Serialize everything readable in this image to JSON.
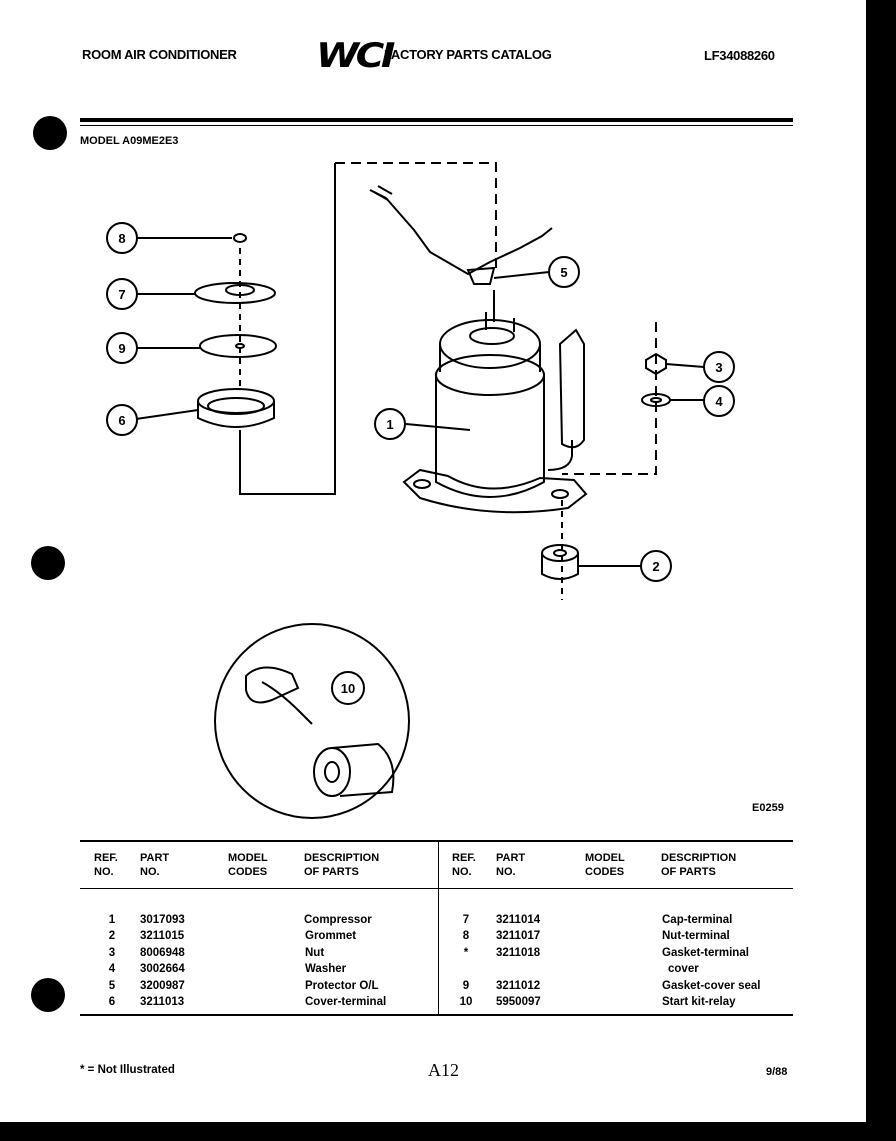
{
  "header": {
    "left": "ROOM AIR CONDITIONER",
    "logo": "WCI",
    "center": "FACTORY PARTS CATALOG",
    "right": "LF34088260"
  },
  "model_label": "MODEL A09ME2E3",
  "diagram_code": "E0259",
  "callouts": [
    "1",
    "2",
    "3",
    "4",
    "5",
    "6",
    "7",
    "8",
    "9",
    "10"
  ],
  "table": {
    "headers": {
      "ref1": "REF.",
      "ref2": "NO.",
      "part1": "PART",
      "part2": "NO.",
      "model1": "MODEL",
      "model2": "CODES",
      "desc1": "DESCRIPTION",
      "desc2": "OF PARTS"
    },
    "left": [
      {
        "ref": "1",
        "part": "3017093",
        "desc": "Compressor"
      },
      {
        "ref": "2",
        "part": "3211015",
        "desc": "Grommet"
      },
      {
        "ref": "3",
        "part": "8006948",
        "desc": "Nut"
      },
      {
        "ref": "4",
        "part": "3002664",
        "desc": "Washer"
      },
      {
        "ref": "5",
        "part": "3200987",
        "desc": "Protector O/L"
      },
      {
        "ref": "6",
        "part": "3211013",
        "desc": "Cover-terminal"
      }
    ],
    "right": [
      {
        "ref": "7",
        "part": "3211014",
        "desc": "Cap-terminal",
        "desc2": ""
      },
      {
        "ref": "8",
        "part": "3211017",
        "desc": "Nut-terminal",
        "desc2": ""
      },
      {
        "ref": "*",
        "part": "3211018",
        "desc": "Gasket-terminal",
        "desc2": "cover"
      },
      {
        "ref": "9",
        "part": "3211012",
        "desc": "Gasket-cover seal",
        "desc2": ""
      },
      {
        "ref": "10",
        "part": "5950097",
        "desc": "Start kit-relay",
        "desc2": ""
      }
    ]
  },
  "footer": {
    "note": "* = Not Illustrated",
    "page": "A12",
    "date": "9/88"
  }
}
